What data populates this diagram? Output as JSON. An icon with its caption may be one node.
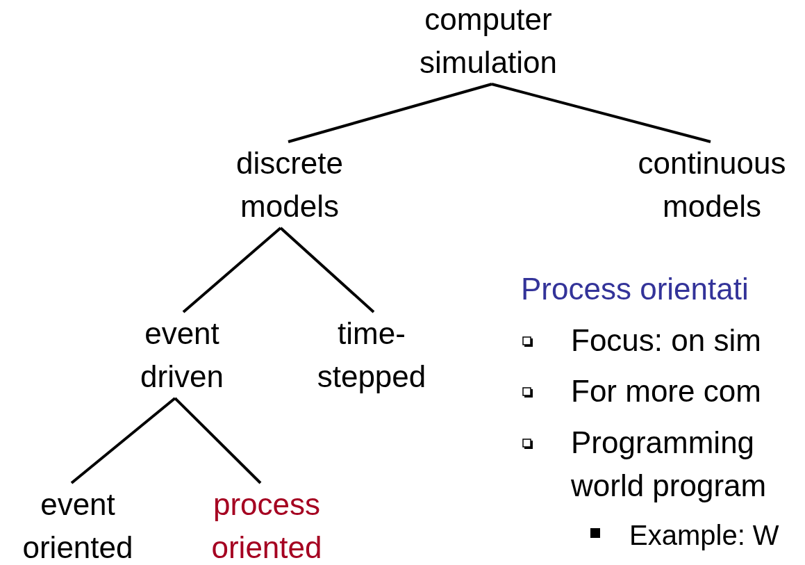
{
  "diagram": {
    "nodes": [
      {
        "text": [
          "computer simulation"
        ]
      },
      {
        "text": [
          "discrete models"
        ]
      },
      {
        "text": [
          "continuous models"
        ]
      },
      {
        "text": [
          "event driven"
        ]
      },
      {
        "text": [
          "time-stepped"
        ]
      },
      {
        "text": [
          "event oriented"
        ]
      },
      {
        "text": [
          "process oriented"
        ]
      }
    ],
    "edges": [
      {
        "from": 0,
        "to": 1,
        "arrow": "none"
      },
      {
        "from": 0,
        "to": 2,
        "arrow": "none"
      },
      {
        "from": 1,
        "to": 3,
        "arrow": "none"
      },
      {
        "from": 1,
        "to": 4,
        "arrow": "none"
      },
      {
        "from": 3,
        "to": 5,
        "arrow": "none"
      },
      {
        "from": 3,
        "to": 6,
        "arrow": "none"
      }
    ],
    "labels": [
      "Process orientati",
      "Focus: on sim",
      "For more com",
      "Programming world program",
      "Example: W"
    ]
  }
}
